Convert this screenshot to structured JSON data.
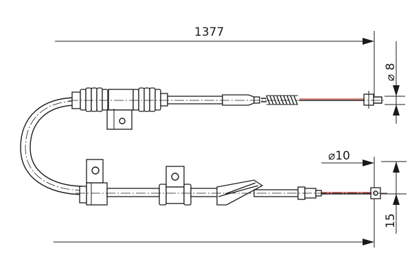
{
  "dimensions": {
    "overall_length": "1377",
    "end_diameter_top": "⌀ 8",
    "end_diameter_bottom": "⌀10",
    "end_offset": "15"
  },
  "colors": {
    "line": "#1a1a1a",
    "cable_core": "#c0392b",
    "background": "#ffffff"
  }
}
